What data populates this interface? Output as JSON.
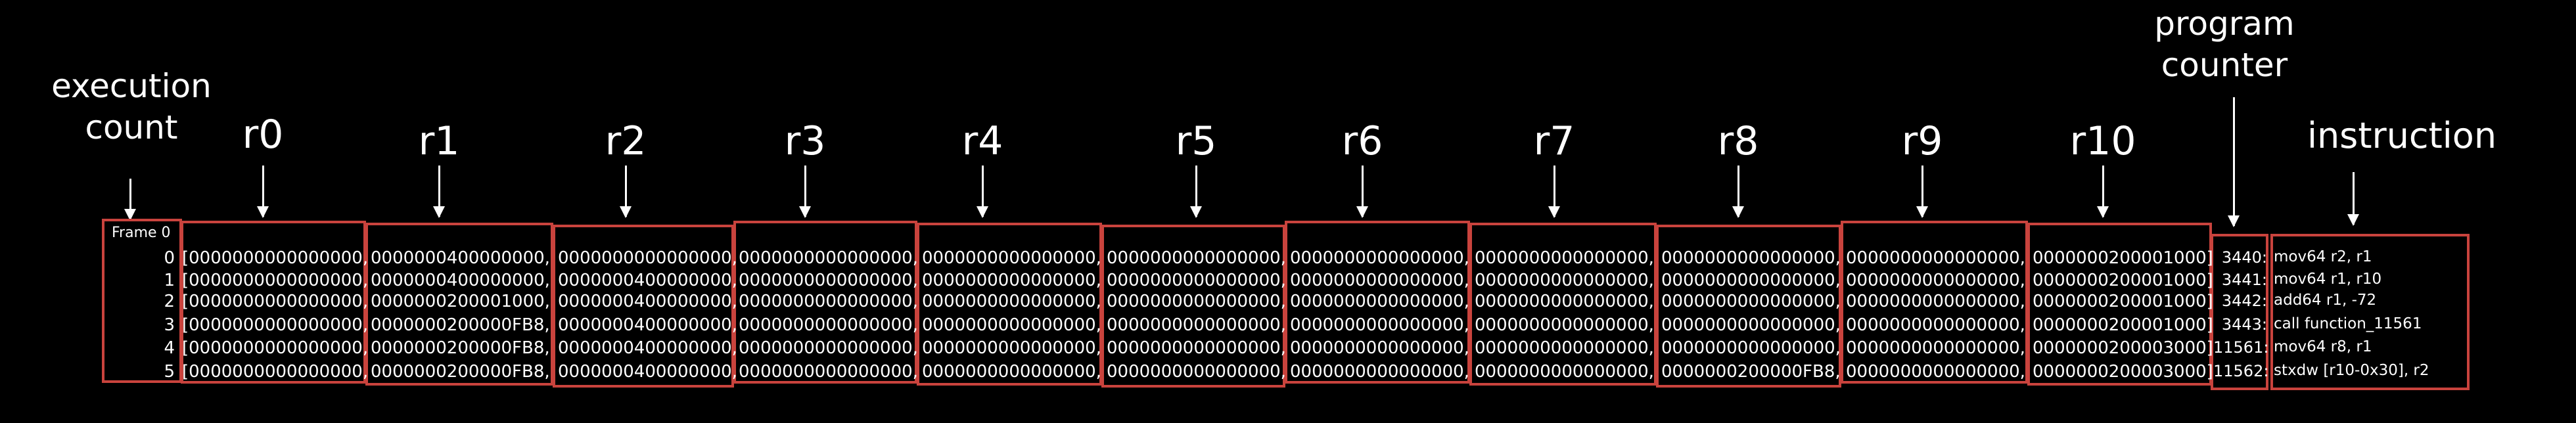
{
  "labels": {
    "execution_count": "execution\ncount",
    "execution_count_line1": "execution",
    "execution_count_line2": "count",
    "registers": [
      "r0",
      "r1",
      "r2",
      "r3",
      "r4",
      "r5",
      "r6",
      "r7",
      "r8",
      "r9",
      "r10"
    ],
    "program_counter_line1": "program",
    "program_counter_line2": "counter",
    "instruction": "instruction"
  },
  "frame_label": "Frame 0",
  "rows": [
    {
      "count": "0",
      "regs": [
        "0000000000000000",
        "0000000400000000",
        "0000000000000000",
        "0000000000000000",
        "0000000000000000",
        "0000000000000000",
        "0000000000000000",
        "0000000000000000",
        "0000000000000000",
        "0000000000000000",
        "0000000200001000"
      ],
      "pc": "3440:",
      "instruction": "mov64 r2, r1"
    },
    {
      "count": "1",
      "regs": [
        "0000000000000000",
        "0000000400000000",
        "0000000400000000",
        "0000000000000000",
        "0000000000000000",
        "0000000000000000",
        "0000000000000000",
        "0000000000000000",
        "0000000000000000",
        "0000000000000000",
        "0000000200001000"
      ],
      "pc": "3441:",
      "instruction": "mov64 r1, r10"
    },
    {
      "count": "2",
      "regs": [
        "0000000000000000",
        "0000000200001000",
        "0000000400000000",
        "0000000000000000",
        "0000000000000000",
        "0000000000000000",
        "0000000000000000",
        "0000000000000000",
        "0000000000000000",
        "0000000000000000",
        "0000000200001000"
      ],
      "pc": "3442:",
      "instruction": "add64 r1, -72"
    },
    {
      "count": "3",
      "regs": [
        "0000000000000000",
        "0000000200000FB8",
        "0000000400000000",
        "0000000000000000",
        "0000000000000000",
        "0000000000000000",
        "0000000000000000",
        "0000000000000000",
        "0000000000000000",
        "0000000000000000",
        "0000000200001000"
      ],
      "pc": "3443:",
      "instruction": "call function_11561"
    },
    {
      "count": "4",
      "regs": [
        "0000000000000000",
        "0000000200000FB8",
        "0000000400000000",
        "0000000000000000",
        "0000000000000000",
        "0000000000000000",
        "0000000000000000",
        "0000000000000000",
        "0000000000000000",
        "0000000000000000",
        "0000000200003000"
      ],
      "pc": "11561:",
      "instruction": "mov64 r8, r1"
    },
    {
      "count": "5",
      "regs": [
        "0000000000000000",
        "0000000200000FB8",
        "0000000400000000",
        "0000000000000000",
        "0000000000000000",
        "0000000000000000",
        "0000000000000000",
        "0000000000000000",
        "0000000200000FB8",
        "0000000000000000",
        "0000000200003000"
      ],
      "pc": "11562:",
      "instruction": "stxdw [r10-0x30], r2"
    }
  ],
  "colors": {
    "background": "#000000",
    "box_border": "#c9433d",
    "text": "#ffffff"
  }
}
